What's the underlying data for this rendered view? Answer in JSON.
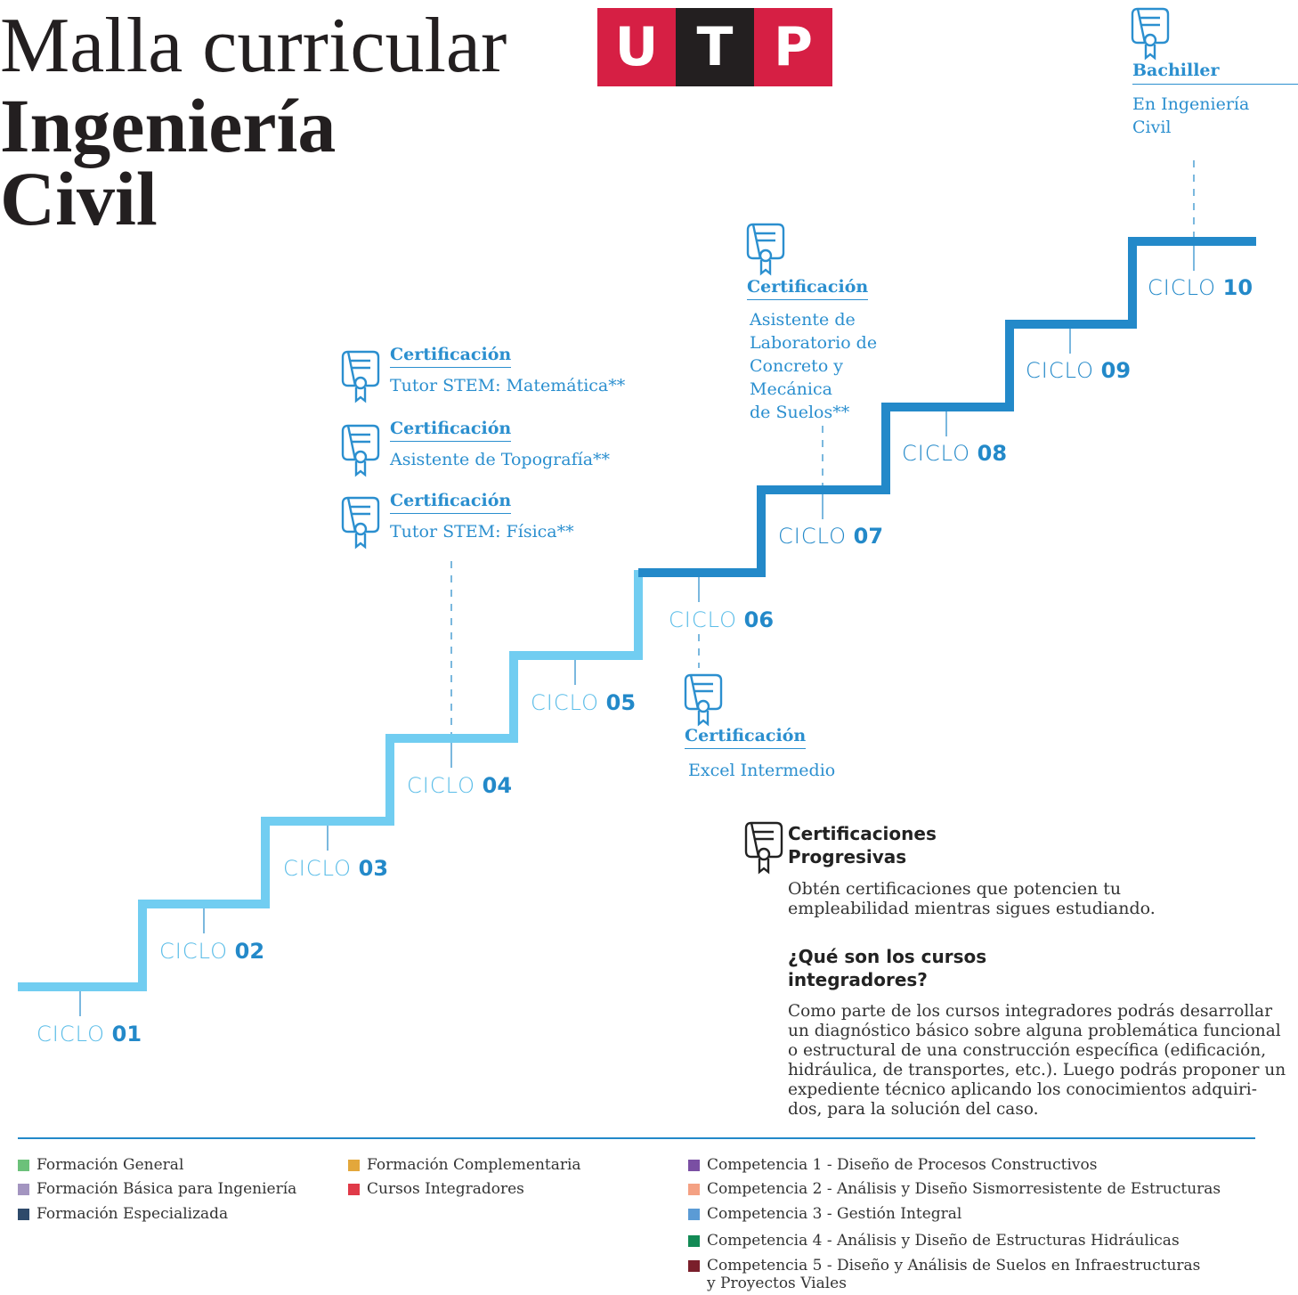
{
  "header": {
    "title_line1": "Malla curricular",
    "title_line2": "Ingeniería",
    "title_line3": "Civil",
    "logo_letters": [
      "U",
      "T",
      "P"
    ],
    "logo_colors": [
      "#d61f44",
      "#231f20",
      "#d61f44"
    ]
  },
  "colors": {
    "light_step": "#71cdf1",
    "dark_step": "#2389c9",
    "accent_text": "#2b8fcf"
  },
  "ciclos": [
    {
      "word": "CICLO",
      "num": "01"
    },
    {
      "word": "CICLO",
      "num": "02"
    },
    {
      "word": "CICLO",
      "num": "03"
    },
    {
      "word": "CICLO",
      "num": "04"
    },
    {
      "word": "CICLO",
      "num": "05"
    },
    {
      "word": "CICLO",
      "num": "06"
    },
    {
      "word": "CICLO",
      "num": "07"
    },
    {
      "word": "CICLO",
      "num": "08"
    },
    {
      "word": "CICLO",
      "num": "09"
    },
    {
      "word": "CICLO",
      "num": "10"
    }
  ],
  "certifications": {
    "c4_a": {
      "title": "Certificación",
      "desc": "Tutor STEM: Matemática**",
      "icon": "certificate-icon"
    },
    "c4_b": {
      "title": "Certificación",
      "desc": "Asistente de Topografía**",
      "icon": "certificate-icon"
    },
    "c4_c": {
      "title": "Certificación",
      "desc": "Tutor STEM: Física**",
      "icon": "certificate-icon"
    },
    "c6": {
      "title": "Certificación",
      "desc": "Excel Intermedio",
      "icon": "certificate-icon"
    },
    "c7": {
      "title": "Certificación",
      "desc_lines": [
        "Asistente de",
        "Laboratorio de",
        "Concreto y",
        "Mecánica",
        "de Suelos**"
      ],
      "icon": "certificate-icon"
    },
    "c10": {
      "title": "Bachiller",
      "desc_lines": [
        "En Ingeniería",
        "Civil"
      ],
      "icon": "certificate-icon"
    }
  },
  "info": {
    "cert_heading_1": "Certificaciones",
    "cert_heading_2": "Progresivas",
    "cert_text_lines": [
      "Obtén certificaciones que potencien tu",
      "empleabilidad mientras sigues estudiando."
    ],
    "integ_heading_1": "¿Qué son los cursos",
    "integ_heading_2": "integradores?",
    "integ_text_lines": [
      "Como parte de los cursos integradores podrás desarrollar",
      "un diagnóstico básico sobre alguna problemática funcional",
      "o estructural de una construcción específica (edificación,",
      "hidráulica, de transportes, etc.). Luego podrás proponer un",
      "expediente técnico aplicando los conocimientos adquiri-",
      "dos, para la solución del caso."
    ]
  },
  "legend": {
    "col1": [
      {
        "label": "Formación General",
        "color": "#6cc17a"
      },
      {
        "label": "Formación Básica para Ingeniería",
        "color": "#a395c0"
      },
      {
        "label": "Formación Especializada",
        "color": "#2e4a6b"
      }
    ],
    "col2": [
      {
        "label": "Formación Complementaria",
        "color": "#e3a73b"
      },
      {
        "label": "Cursos Integradores",
        "color": "#e03a48"
      }
    ],
    "col3": [
      {
        "label": "Competencia 1 - Diseño de Procesos Constructivos",
        "color": "#7a4fa3"
      },
      {
        "label": "Competencia 2 - Análisis y Diseño Sismorresistente de Estructuras",
        "color": "#f4a183"
      },
      {
        "label": "Competencia 3 - Gestión Integral",
        "color": "#5b9bd5"
      },
      {
        "label": "Competencia 4 - Análisis y Diseño de Estructuras Hidráulicas",
        "color": "#128a55"
      },
      {
        "label": "Competencia 5 - Diseño y Análisis de Suelos en Infraestructuras",
        "label2": "y Proyectos Viales",
        "color": "#7a1f2b"
      }
    ]
  }
}
